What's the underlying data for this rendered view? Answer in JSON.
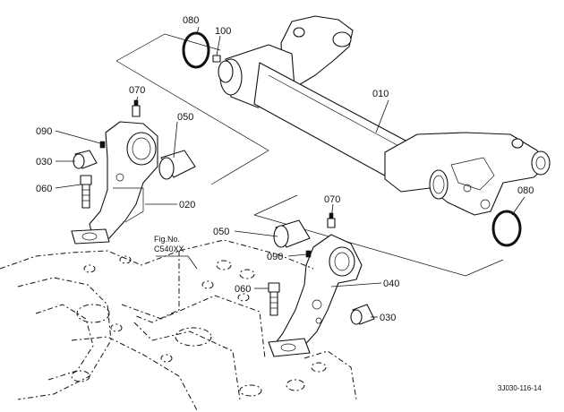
{
  "callouts": {
    "p010": "010",
    "p020": "020",
    "p030_left": "030",
    "p030_right": "030",
    "p040": "040",
    "p050_left": "050",
    "p050_right": "050",
    "p060_left": "060",
    "p060_right": "060",
    "p070_left": "070",
    "p070_right": "070",
    "p080_top": "080",
    "p080_right": "080",
    "p090_left": "090",
    "p090_right": "090",
    "p100": "100"
  },
  "figure_ref": {
    "line1": "Fig.No.",
    "line2": "C540XX"
  },
  "drawing_code": "3J030-116-14"
}
